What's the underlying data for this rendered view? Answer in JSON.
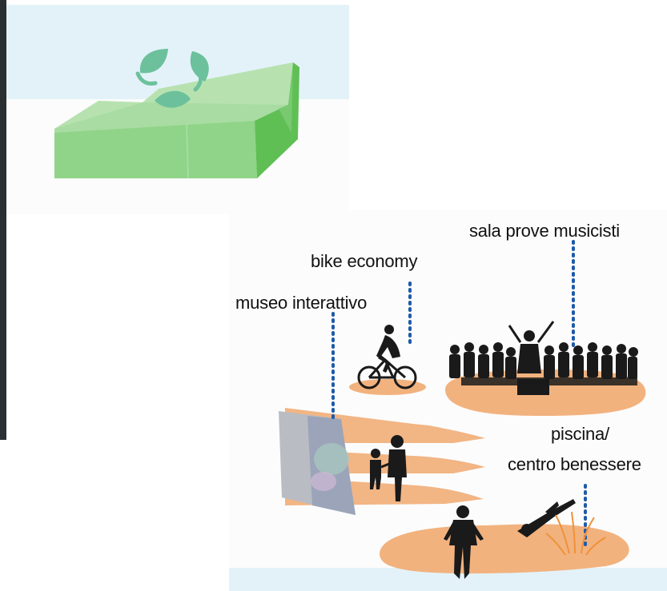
{
  "labels": {
    "sala_prove": "sala prove musicisti",
    "bike_economy": "bike economy",
    "museo": "museo interattivo",
    "piscina_line1": "piscina/",
    "piscina_line2": "centro benessere"
  },
  "colors": {
    "sky": "#e3f2f9",
    "box_top": "#b7e2b0",
    "box_front": "#8fd488",
    "box_side": "#5fbf55",
    "leaf": "#6cc19c",
    "platform": "#f2b27e",
    "leader_dots": "#1e5aa8",
    "silhouette": "#1a1a1a"
  },
  "icons": [
    "recycle-leaves-icon",
    "cyclist-icon",
    "orchestra-icon",
    "family-icon",
    "diver-icon",
    "swimmer-icon"
  ]
}
